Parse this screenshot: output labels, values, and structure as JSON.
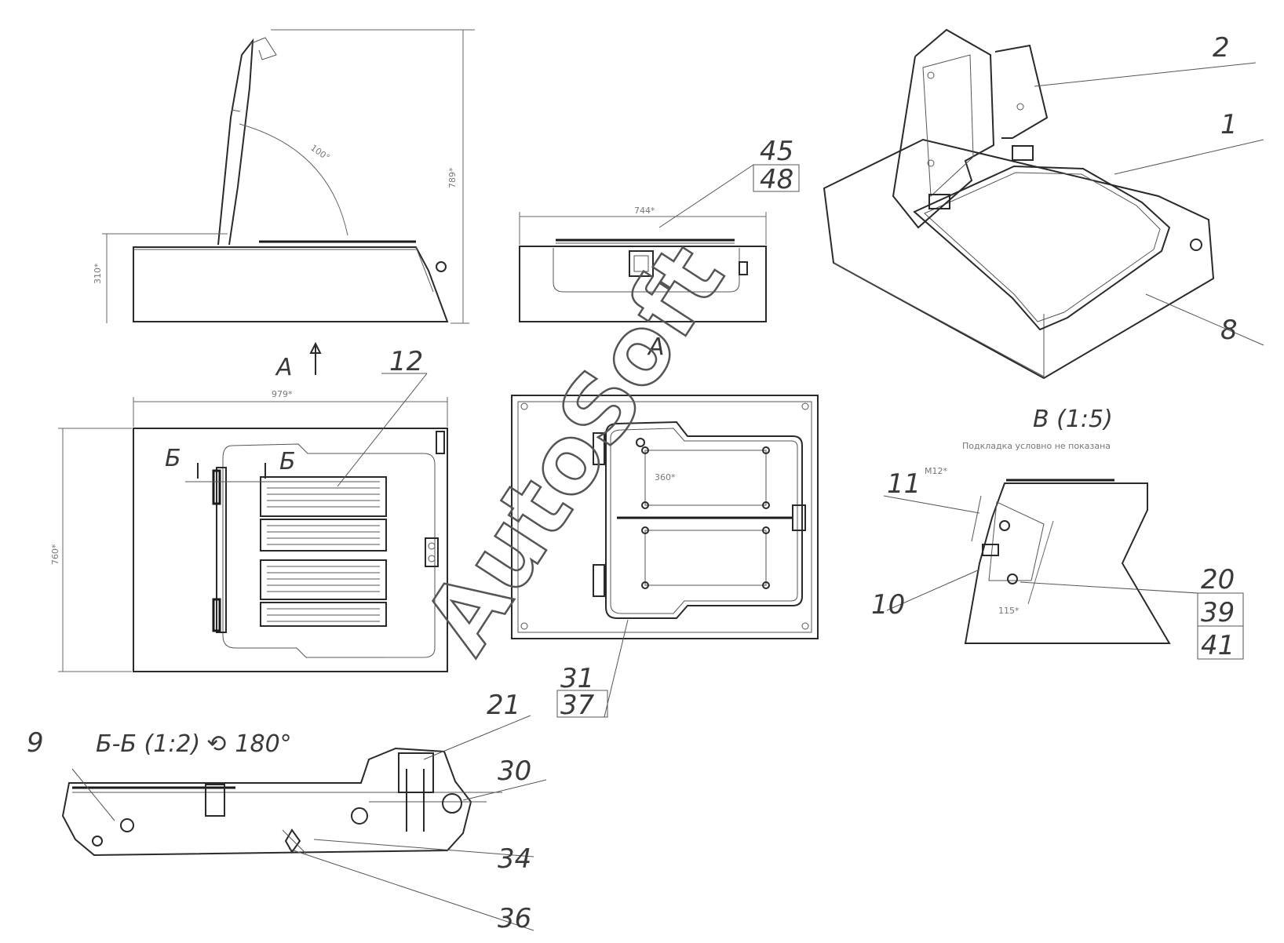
{
  "callouts": {
    "c2": "2",
    "c1": "1",
    "c8": "8",
    "c45": "45",
    "c48": "48",
    "c12": "12",
    "c11": "11",
    "c10": "10",
    "c20": "20",
    "c39": "39",
    "c41": "41",
    "c31": "31",
    "c37": "37",
    "c21": "21",
    "c30": "30",
    "c9": "9",
    "c34": "34",
    "c36": "36"
  },
  "views": {
    "view_a_top": "A",
    "view_a_front": "A",
    "section_b_left": "Б",
    "section_b_right": "Б",
    "detail_v": "В (1:5)",
    "detail_v_note": "Подкладка условно не показана",
    "section_bb": "Б-Б (1:2) ⟲ 180°"
  },
  "dimensions": {
    "height_total": "789*",
    "height_base": "310*",
    "angle": "100°",
    "width_front": "744*",
    "width_top": "979*",
    "depth_top": "760*",
    "inner_1": "360*",
    "detail_1": "М12*",
    "detail_2": "115*"
  },
  "watermark": "AutoSoft",
  "colors": {
    "line": "#2a2a2a",
    "background": "#ffffff"
  }
}
